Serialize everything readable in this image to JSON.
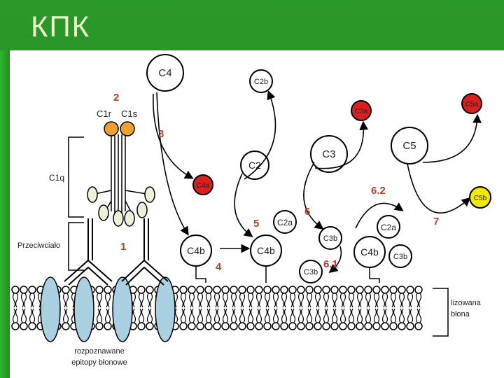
{
  "slide": {
    "title": "КПК",
    "background_color": "#1f8a1f",
    "title_color": "#f2f2c8"
  },
  "diagram": {
    "steps": [
      "1",
      "2",
      "3",
      "4",
      "5",
      "6",
      "6.1",
      "6.2",
      "7"
    ],
    "labels": {
      "c1q": "C1q",
      "c1r": "C1r",
      "c1s": "C1s",
      "antibody": "Przeciwciało",
      "lysed_membrane": "lizowana\nbłona",
      "epitopes": "rozpoznawane\nepitopy błonowe"
    },
    "nodes": {
      "c4": "C4",
      "c4a": "C4a",
      "c4b_1": "C4b",
      "c4b_2": "C4b",
      "c4b_3": "C4b",
      "c2": "C2",
      "c2a_1": "C2a",
      "c2a_2": "C2a",
      "c2b": "C2b",
      "c3": "C3",
      "c3a": "C3a",
      "c3b_1": "C3b",
      "c3b_2": "C3b",
      "c3b_3": "C3b",
      "c5": "C5",
      "c5a": "C5a",
      "c5b": "C5b"
    },
    "colors": {
      "red": "#d92020",
      "yellow": "#f2e800",
      "orange": "#f0a030",
      "epitope": "#a8d0e0",
      "step": "#b5402a"
    }
  }
}
